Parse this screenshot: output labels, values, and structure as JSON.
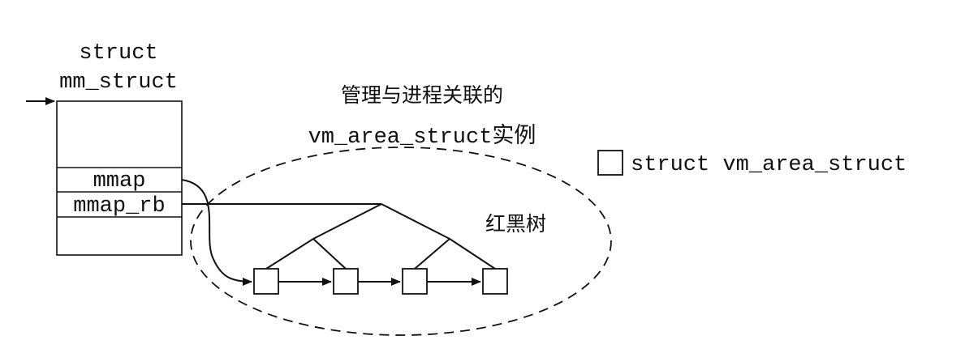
{
  "mm_struct": {
    "title_line1": "struct",
    "title_line2": "mm_struct",
    "field_mmap": "mmap",
    "field_mmap_rb": "mmap_rb"
  },
  "group": {
    "title_line1": "管理与进程关联的",
    "title_line2": "vm_area_struct实例"
  },
  "tree_label": "红黑树",
  "legend": {
    "label": "struct vm_area_struct"
  }
}
